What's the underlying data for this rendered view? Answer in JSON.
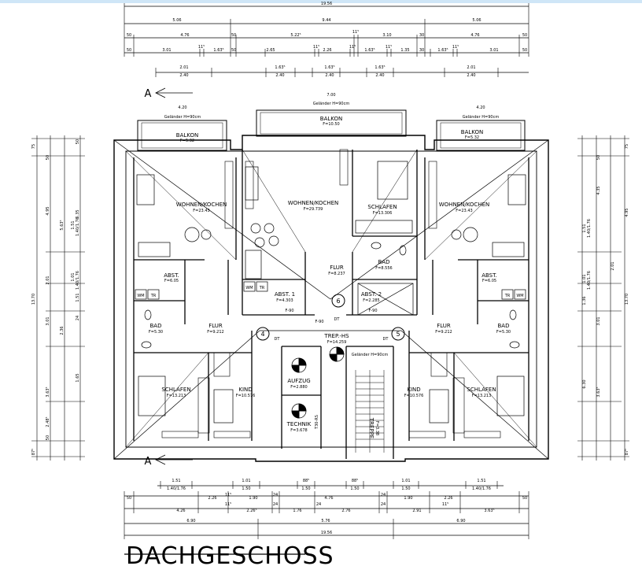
{
  "drawing": {
    "title": "DACHGESCHOSS",
    "section_marker": "A"
  },
  "rooms": {
    "balkon_left": {
      "name": "BALKON",
      "area": "F=5.32",
      "railing": "Geländer H=90cm"
    },
    "balkon_mid": {
      "name": "BALKON",
      "area": "F=10.50",
      "railing": "Geländer H=90cm"
    },
    "balkon_right": {
      "name": "BALKON",
      "area": "F=5.32",
      "railing": "Geländer H=90cm"
    },
    "wohnen_left": {
      "name": "WOHNEN/KOCHEN",
      "area": "F=23.43"
    },
    "wohnen_mid": {
      "name": "WOHNEN/KOCHEN",
      "area": "F=29.739"
    },
    "wohnen_right": {
      "name": "WOHNEN/KOCHEN",
      "area": "F=23.43"
    },
    "schlafen_mid": {
      "name": "SCHLAFEN",
      "area": "F=13.306"
    },
    "flur_mid": {
      "name": "FLUR",
      "area": "F=8.237"
    },
    "bad_mid": {
      "name": "BAD",
      "area": "F=8.556"
    },
    "abst1": {
      "name": "ABST. 1",
      "area": "F=4.303"
    },
    "abst2": {
      "name": "ABST. 2",
      "area": "F=2.285"
    },
    "abst_left": {
      "name": "ABST.",
      "area": "F=6.05"
    },
    "abst_right": {
      "name": "ABST.",
      "area": "F=6.05"
    },
    "bad_left": {
      "name": "BAD",
      "area": "F=5.30"
    },
    "bad_right": {
      "name": "BAD",
      "area": "F=5.30"
    },
    "flur_left": {
      "name": "FLUR",
      "area": "F=9.212"
    },
    "flur_right": {
      "name": "FLUR",
      "area": "F=9.212"
    },
    "trep_hs": {
      "name": "TREP.-HS",
      "area": "F=14.259",
      "railing": "Geländer H=90cm"
    },
    "schlafen_left": {
      "name": "SCHLAFEN",
      "area": "F=13.213"
    },
    "kind_left": {
      "name": "KIND",
      "area": "F=10.576"
    },
    "kind_right": {
      "name": "KIND",
      "area": "F=10.576"
    },
    "schlafen_right": {
      "name": "SCHLAFEN",
      "area": "F=13.213"
    },
    "aufzug": {
      "name": "AUFZUG",
      "area": "F=2.880"
    },
    "technik": {
      "name": "TECHNIK",
      "area": "F=3.678"
    },
    "treppe": {
      "name": "TREPPE",
      "area": "F=3.38"
    }
  },
  "fixtures": {
    "wm": "WM",
    "tr": "TR",
    "dt": "DT",
    "f90": "F-90",
    "t30": "T30-RS"
  },
  "unit_markers": [
    "4",
    "5",
    "6"
  ],
  "dimensions": {
    "top_total": "19.56",
    "top_row1": [
      "5.06",
      "9.44",
      "5.06"
    ],
    "top_row2": [
      "50",
      "4.76",
      "50",
      "5.22⁵",
      "11⁵",
      "3.10",
      "30",
      "4.76",
      "50"
    ],
    "top_row3": [
      "50",
      "3.01",
      "11⁵",
      "1.63⁵",
      "50",
      "2.65",
      "11⁵",
      "2.26",
      "11⁵",
      "1.63⁵",
      "11⁵",
      "1.35",
      "30",
      "1.63⁵",
      "11⁵",
      "3.01",
      "50"
    ],
    "top_row4": [
      "2.01",
      "2.40",
      "1.63⁵",
      "2.40",
      "1.63⁵",
      "2.40",
      "1.63⁵",
      "2.40",
      "2.01",
      "2.40"
    ],
    "mid_balkon": "7.00",
    "side_balkon": "4.20",
    "bottom_row1": [
      "1.51",
      "1.40/1.76",
      "1.01",
      "1.50",
      "88⁵",
      "1.50",
      "88⁵",
      "1.50",
      "1.01",
      "1.50",
      "1.51",
      "1.40/1.76"
    ],
    "bottom_row2": [
      "50",
      "2.26",
      "11⁵",
      "1.90",
      "24",
      "4.76",
      "24",
      "1.90",
      "2.26",
      "50"
    ],
    "bottom_row3": [
      "4.26",
      "11⁵",
      "2.26⁵",
      "24",
      "1.76",
      "24",
      "2.76",
      "24",
      "2.91",
      "11⁵",
      "3.63⁵"
    ],
    "bottom_row4": [
      "6.90",
      "5.76",
      "6.90"
    ],
    "bottom_total": "19.56",
    "left_outer": [
      "75",
      "4.95",
      "13.70",
      "50"
    ],
    "left_mid": [
      "50",
      "5.63⁵",
      "2.01",
      "3.01",
      "3.63⁵",
      "2.48⁵",
      "87⁵"
    ],
    "left_inner": [
      "50",
      "6.35",
      "1.51",
      "1.40/1.76",
      "1.01",
      "1.40/1.76",
      "1.51",
      "24",
      "2.36",
      "1.65"
    ],
    "right_outer": [
      "75",
      "4.95",
      "13.70",
      "87⁵"
    ],
    "right_inner": [
      "50",
      "4.35",
      "1.51",
      "1.40/1.76",
      "2.01",
      "1.01",
      "1.40/1.76",
      "1.36",
      "3.01",
      "6.30",
      "3.63⁵"
    ]
  }
}
